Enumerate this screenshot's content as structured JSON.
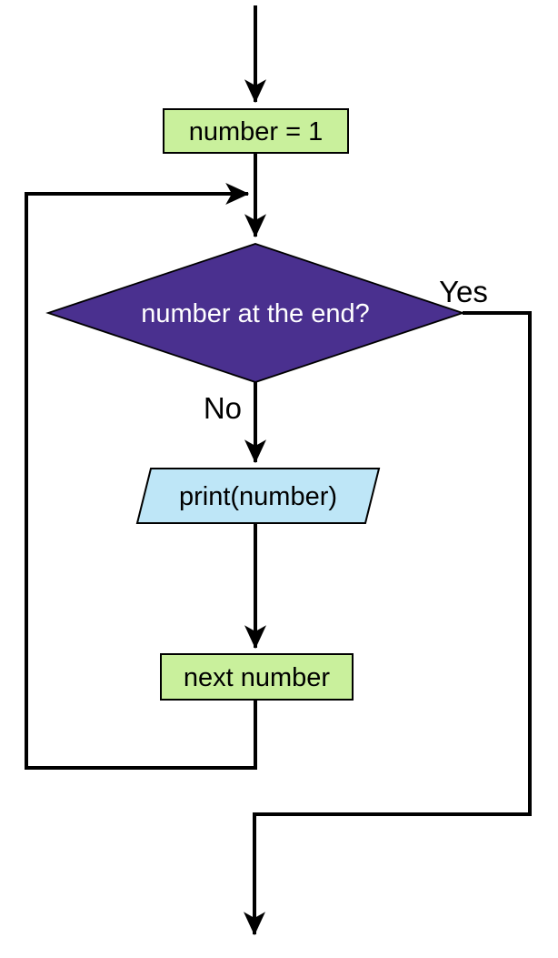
{
  "diagram": {
    "type": "flowchart",
    "background": "#ffffff",
    "colors": {
      "process_fill": "#c9f09c",
      "decision_fill": "#4a308f",
      "io_fill": "#bee6f7",
      "edge_color": "#000000",
      "node_border": "#000000",
      "process_text": "#000000",
      "decision_text": "#ffffff"
    },
    "nodes": [
      {
        "id": "init",
        "shape": "rectangle",
        "label": "number = 1"
      },
      {
        "id": "decision",
        "shape": "diamond",
        "label": "number at the end?"
      },
      {
        "id": "print",
        "shape": "parallelogram",
        "label": "print(number)"
      },
      {
        "id": "next",
        "shape": "rectangle",
        "label": "next number"
      }
    ],
    "edge_labels": {
      "yes": "Yes",
      "no": "No"
    }
  }
}
